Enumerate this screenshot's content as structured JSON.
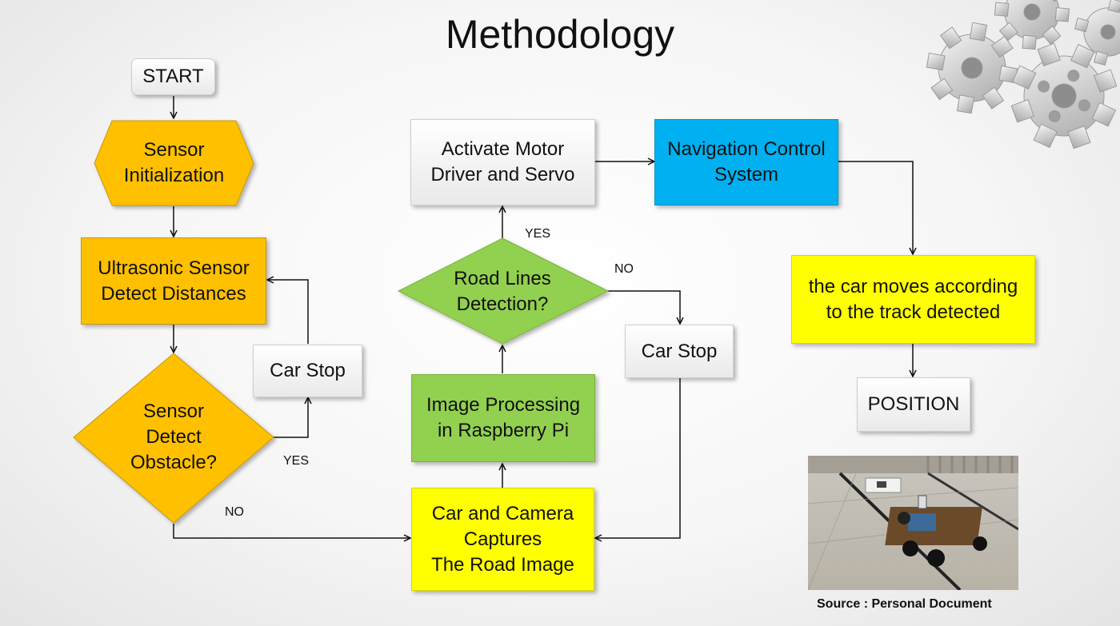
{
  "title": "Methodology",
  "nodes": {
    "start": "START",
    "sensor_init": "Sensor\nInitialization",
    "ultrasonic": "Ultrasonic Sensor\nDetect Distances",
    "obstacle_decision": "Sensor\nDetect\nObstacle?",
    "car_stop_left": "Car Stop",
    "camera_capture": "Car and Camera\nCaptures\nThe Road Image",
    "image_processing": "Image Processing\nin Raspberry Pi",
    "road_lines_decision": "Road Lines\nDetection?",
    "car_stop_mid": "Car Stop",
    "activate_motor": "Activate Motor\nDriver and Servo",
    "navigation": "Navigation Control\nSystem",
    "car_moves": "the car moves according\nto the track detected",
    "position": "POSITION"
  },
  "edge_labels": {
    "obstacle_yes": "YES",
    "obstacle_no": "NO",
    "road_yes": "YES",
    "road_no": "NO"
  },
  "source": "Source : Personal Document",
  "colors": {
    "orange": "#ffc000",
    "green": "#92d050",
    "yellow": "#ffff00",
    "blue": "#00b0f0"
  }
}
